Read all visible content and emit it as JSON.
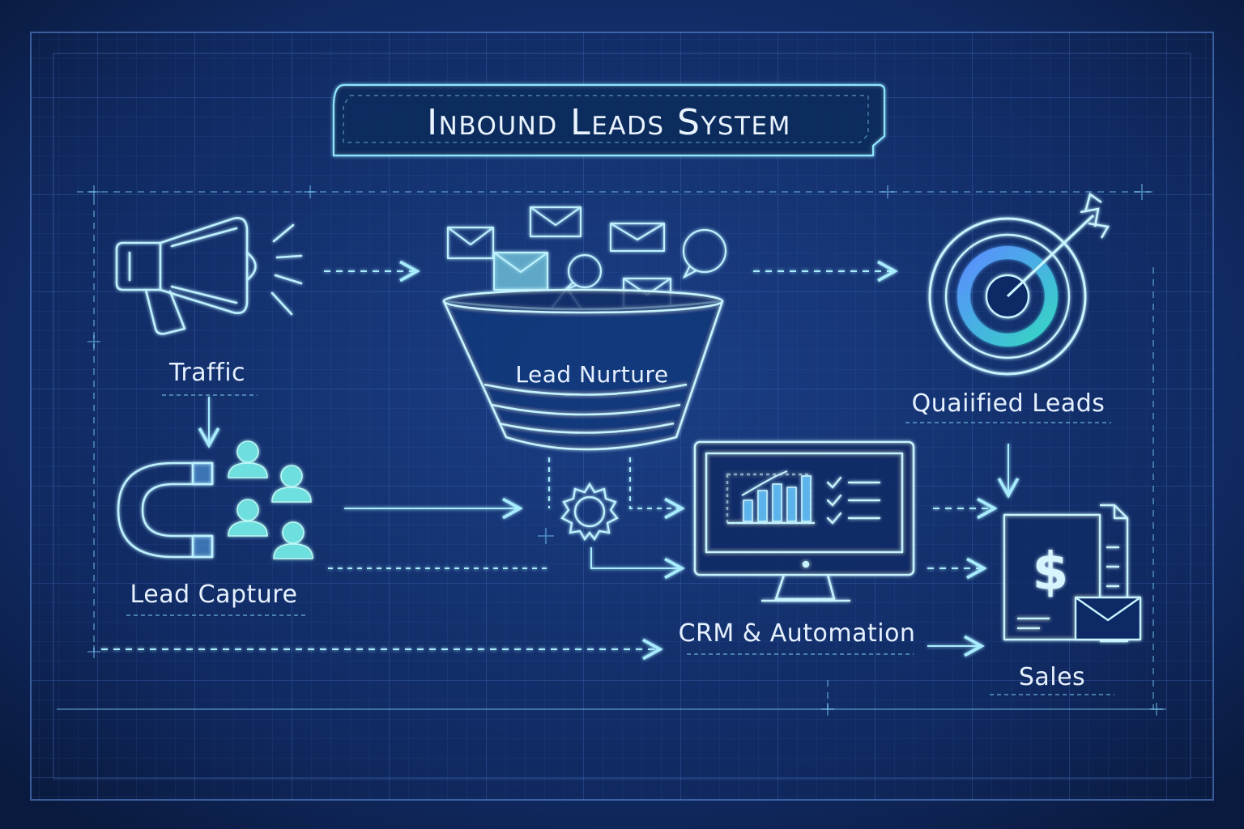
{
  "title": "Inbound Leads System",
  "nodes": {
    "traffic": "Traffic",
    "lead_capture": "Lead Capture",
    "lead_nurture": "Lead Nurture",
    "qualified_leads": "Quaiified Leads",
    "crm_automation": "CRM & Automation",
    "sales": "Sales"
  },
  "icons": {
    "traffic": "megaphone-icon",
    "lead_capture": "magnet-icon",
    "people": "people-icon",
    "lead_nurture": "funnel-icon",
    "messages": "envelope-icon",
    "gear": "gear-icon",
    "crm": "monitor-dashboard-icon",
    "qualified": "target-arrow-icon",
    "sales": "invoice-dollar-icon"
  },
  "colors": {
    "background": "#0b1d44",
    "line": "#9fe6ff",
    "accent": "#6fe3e0",
    "text": "#e6f1ff"
  }
}
